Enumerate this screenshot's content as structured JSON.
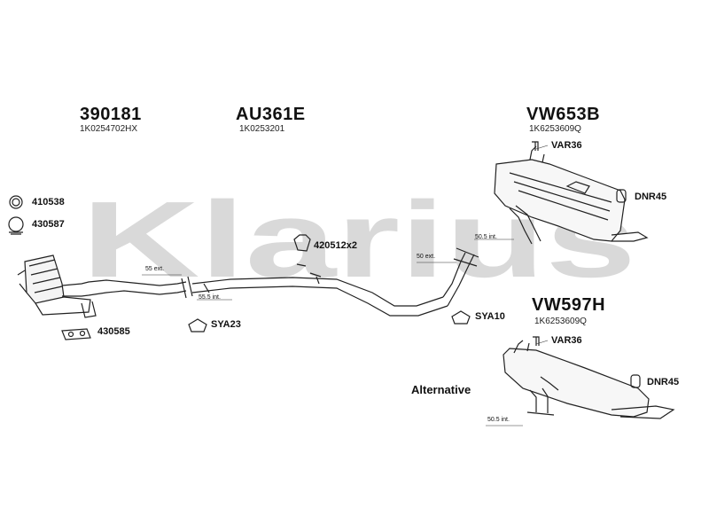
{
  "watermark": "Klarius",
  "parts": {
    "p390181": {
      "number": "390181",
      "oem": "1K0254702HX"
    },
    "au361e": {
      "number": "AU361E",
      "oem": "1K0253201"
    },
    "vw653b": {
      "number": "VW653B",
      "oem": "1K6253609Q"
    },
    "vw597h": {
      "number": "VW597H",
      "oem": "1K6253609Q"
    }
  },
  "accessories": {
    "a410538": "410538",
    "a430587": "430587",
    "a430585": "430585",
    "a420512x2": "420512x2",
    "sya23": "SYA23",
    "sya10": "SYA10",
    "var36_top": "VAR36",
    "dnr45_top": "DNR45",
    "var36_bottom": "VAR36",
    "dnr45_bottom": "DNR45"
  },
  "dimensions": {
    "ext55": "55 ext.",
    "int55_5": "55.5 int.",
    "ext50": "50 ext.",
    "int50_5_top": "50.5 int.",
    "int50_5_bottom": "50.5 int."
  },
  "alternative_label": "Alternative"
}
